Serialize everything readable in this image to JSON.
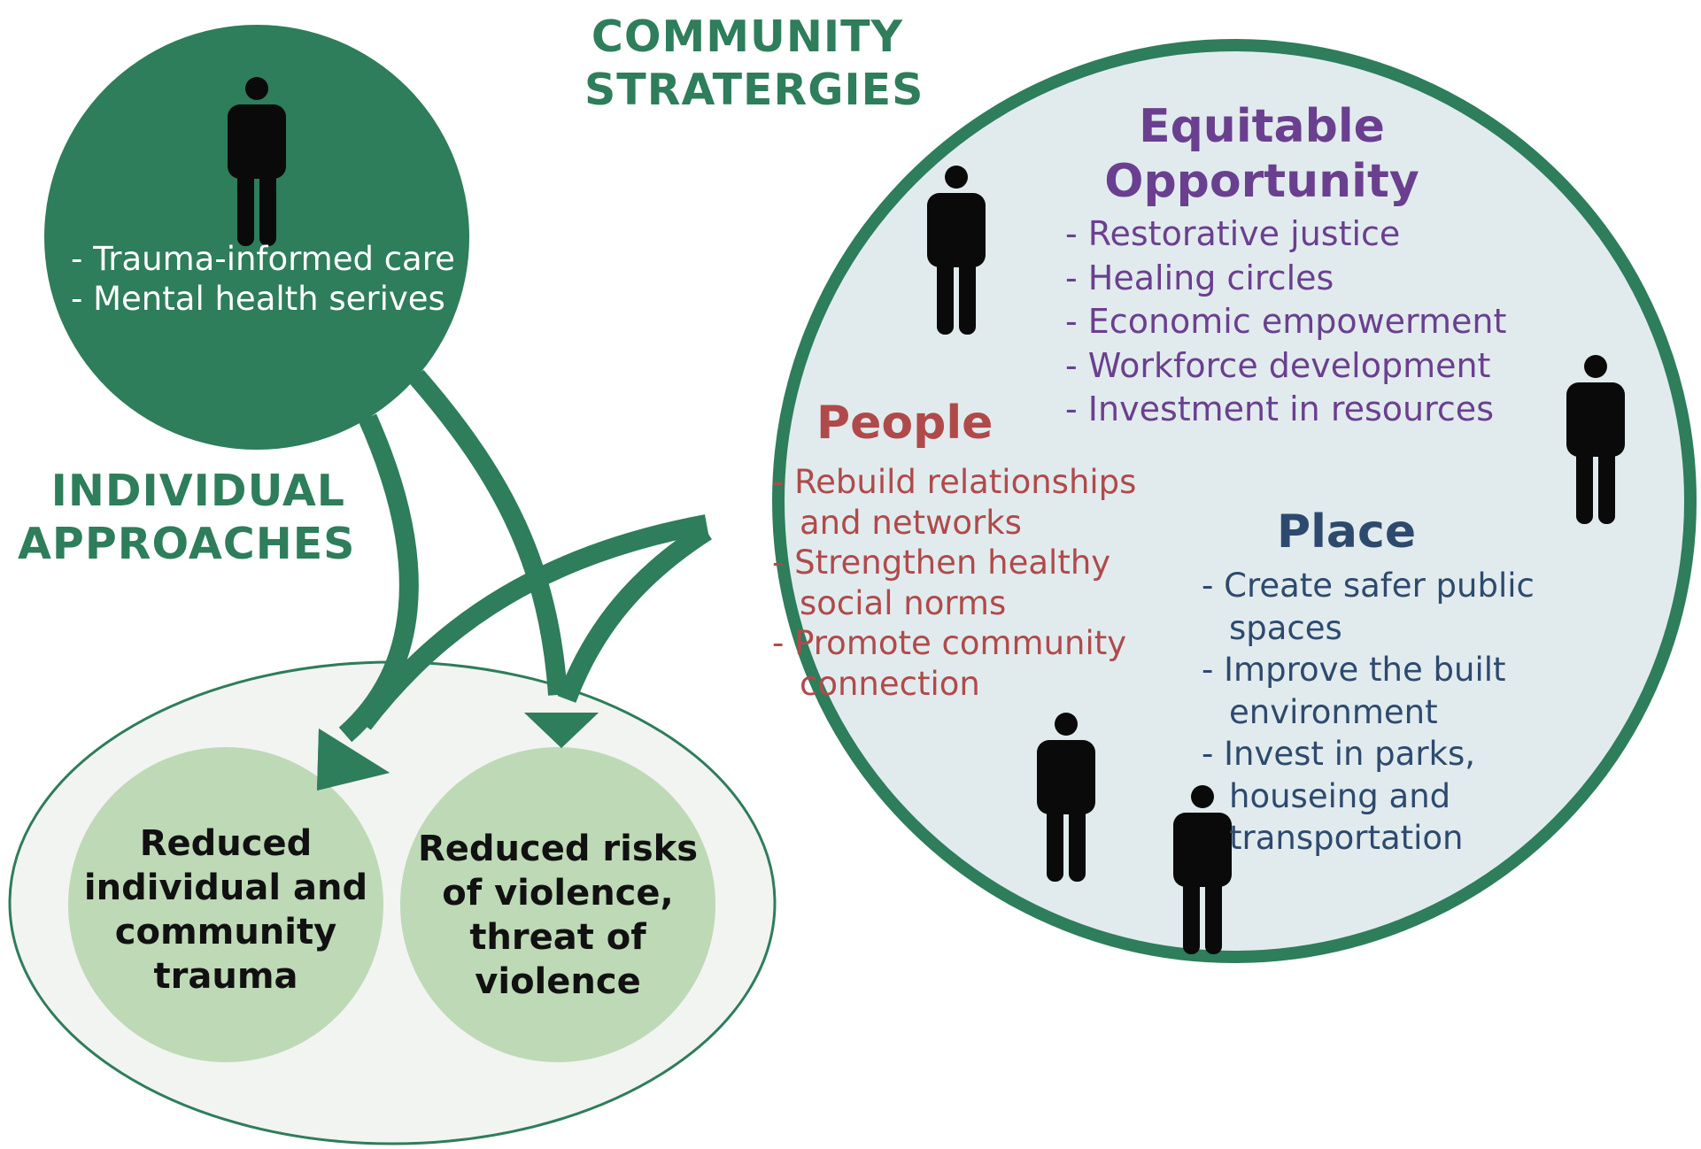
{
  "individual": {
    "heading": [
      "INDIVIDUAL",
      "APPROACHES"
    ],
    "items": [
      "Trauma-informed care",
      "Mental health serives"
    ]
  },
  "community": {
    "heading": [
      "COMMUNITY",
      "STRATERGIES"
    ],
    "equitable_opportunity": {
      "title": [
        "Equitable",
        "Opportunity"
      ],
      "items": [
        "Restorative justice",
        "Healing circles",
        "Economic empowerment",
        "Workforce development",
        "Investment in resources"
      ]
    },
    "people": {
      "title": "People",
      "items": [
        "Rebuild relationships and networks",
        "Strengthen healthy social norms",
        "Promote community connection"
      ]
    },
    "place": {
      "title": "Place",
      "items": [
        "Create safer public spaces",
        "Improve the built environment",
        "Invest in parks, houseing and transportation"
      ]
    }
  },
  "outcomes": {
    "trauma": [
      "Reduced",
      "individual and",
      "community",
      "trauma"
    ],
    "violence": [
      "Reduced risks",
      "of violence,",
      "threat of",
      "violence"
    ]
  },
  "icons": [
    "person-icon"
  ],
  "colors": {
    "dark_green": "#2e7d5b",
    "light_green": "#bed9b6",
    "community_fill": "#e1ebee",
    "outcome_ellipse_fill": "#f2f4f1",
    "purple": "#6b3f8f",
    "red": "#b04a4a",
    "navy": "#2d4a6e"
  }
}
